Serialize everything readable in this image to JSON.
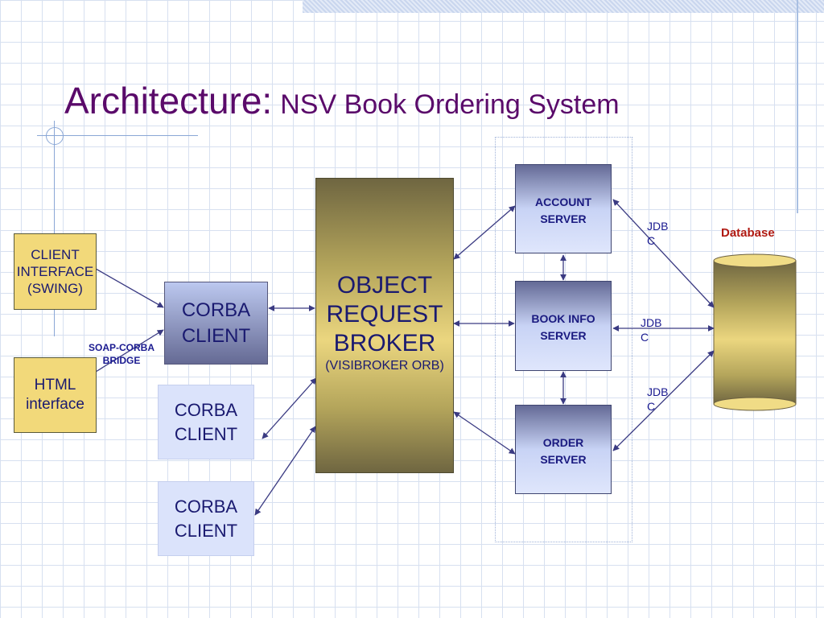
{
  "title": {
    "main": "Architecture:",
    "sub": "NSV Book Ordering System"
  },
  "nodes": {
    "client_interface": "CLIENT INTERFACE (SWING)",
    "html_interface": "HTML interface",
    "soap_bridge": "SOAP-CORBA BRIDGE",
    "corba_client_1": "CORBA CLIENT",
    "corba_client_2": "CORBA CLIENT",
    "corba_client_3": "CORBA CLIENT",
    "orb": {
      "title": "OBJECT REQUEST BROKER",
      "subtitle": "(VISIBROKER ORB)"
    },
    "account_server": "ACCOUNT SERVER",
    "book_info_server": "BOOK INFO SERVER",
    "order_server": "ORDER SERVER",
    "database_label": "Database"
  },
  "edge_labels": {
    "jdbc_1": "JDB C",
    "jdbc_2": "JDB C",
    "jdbc_3": "JDB C"
  },
  "colors": {
    "title": "#5a0a6a",
    "node_text": "#1a1a70",
    "database_label": "#b01a12",
    "arrows": "#3a3a82"
  }
}
